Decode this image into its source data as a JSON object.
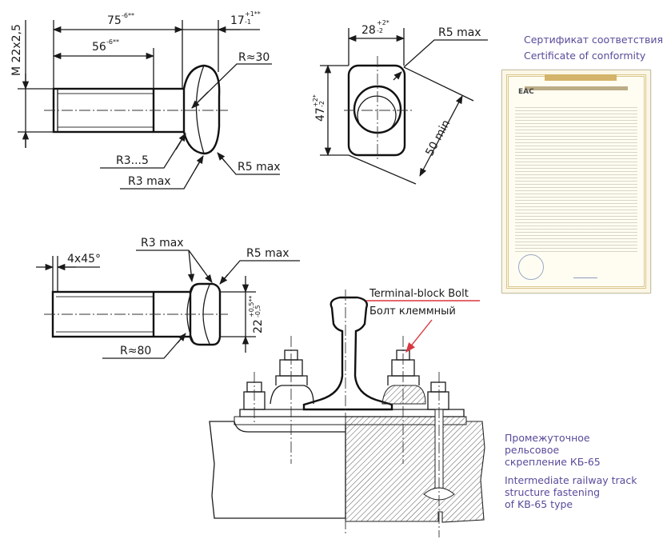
{
  "drawing": {
    "side_view": {
      "thread": "M 22x2,5",
      "length_total": {
        "value": "75",
        "tol": "-6**"
      },
      "length_thread": {
        "value": "56",
        "tol": "-6**"
      },
      "head_height": {
        "value": "17",
        "tol_upper": "+1**",
        "tol_lower": "-1"
      },
      "radius_head": "R≈30",
      "radius_fillet": "R3...5",
      "radius_edge_1": "R3 max",
      "radius_edge_2": "R5 max"
    },
    "end_view": {
      "width": {
        "value": "28",
        "tol_upper": "+2*",
        "tol_lower": "-2"
      },
      "height": {
        "value": "47",
        "tol_upper": "+2*",
        "tol_lower": "-2"
      },
      "radius_corner": "R5 max",
      "diagonal": "50 min"
    },
    "top_view": {
      "chamfer": "4x45°",
      "radius_edge_1": "R3 max",
      "radius_edge_2": "R5 max",
      "radius_head": "R≈80",
      "head_width": {
        "value": "22",
        "tol_upper": "+0,5**",
        "tol_lower": "-0,5"
      }
    },
    "callout": {
      "en": "Terminal-block Bolt",
      "ru": "Болт клеммный"
    }
  },
  "certificate": {
    "title_ru": "Сертификат соответствия",
    "title_en": "Certificate of conformity",
    "mark": "EAC"
  },
  "notes": {
    "ru": [
      "Промежуточное",
      "рельсовое",
      "скрепление КБ-65"
    ],
    "en": [
      "Intermediate railway track",
      "structure fastening",
      "of KB-65 type"
    ]
  },
  "colors": {
    "caption": "#5a4a9a",
    "callout_line": "#d9363e",
    "ink": "#1a1a1a"
  }
}
